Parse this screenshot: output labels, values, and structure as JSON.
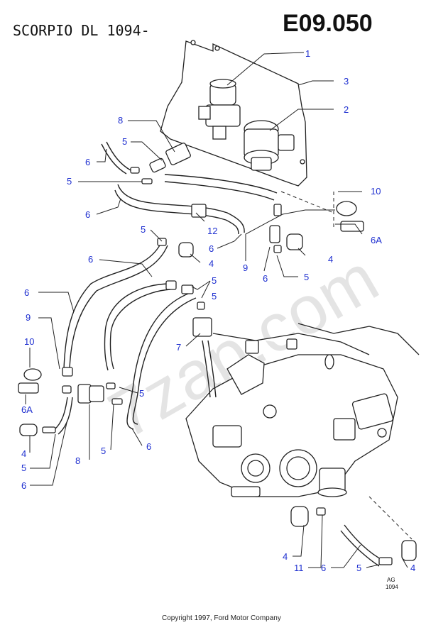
{
  "header": {
    "model": "SCORPIO  DL 1094-",
    "code": "E09.050"
  },
  "callouts": [
    {
      "id": "c1",
      "text": "1"
    },
    {
      "id": "c3",
      "text": "3"
    },
    {
      "id": "c2",
      "text": "2"
    },
    {
      "id": "c8a",
      "text": "8"
    },
    {
      "id": "c5a",
      "text": "5"
    },
    {
      "id": "c6a",
      "text": "6"
    },
    {
      "id": "c5b",
      "text": "5"
    },
    {
      "id": "c6b",
      "text": "6"
    },
    {
      "id": "c10a",
      "text": "10"
    },
    {
      "id": "c12",
      "text": "12"
    },
    {
      "id": "c5c",
      "text": "5"
    },
    {
      "id": "c6c",
      "text": "6"
    },
    {
      "id": "c6A1",
      "text": "6A"
    },
    {
      "id": "c4a",
      "text": "4"
    },
    {
      "id": "c9a",
      "text": "9"
    },
    {
      "id": "c4b",
      "text": "4"
    },
    {
      "id": "c6d",
      "text": "6"
    },
    {
      "id": "c5d",
      "text": "5"
    },
    {
      "id": "c6e",
      "text": "6"
    },
    {
      "id": "c5e",
      "text": "5"
    },
    {
      "id": "c6f",
      "text": "6"
    },
    {
      "id": "c9b",
      "text": "9"
    },
    {
      "id": "c5f",
      "text": "5"
    },
    {
      "id": "c7",
      "text": "7"
    },
    {
      "id": "c10b",
      "text": "10"
    },
    {
      "id": "c6A2",
      "text": "6A"
    },
    {
      "id": "c5g",
      "text": "5"
    },
    {
      "id": "c4c",
      "text": "4"
    },
    {
      "id": "c8b",
      "text": "8"
    },
    {
      "id": "c5h",
      "text": "5"
    },
    {
      "id": "c6g",
      "text": "6"
    },
    {
      "id": "c5i",
      "text": "5"
    },
    {
      "id": "c6h",
      "text": "6"
    },
    {
      "id": "c4d",
      "text": "4"
    },
    {
      "id": "c11",
      "text": "11"
    },
    {
      "id": "c6i",
      "text": "6"
    },
    {
      "id": "c5j",
      "text": "5"
    },
    {
      "id": "c4e",
      "text": "4"
    }
  ],
  "drawing_mark": {
    "line1": "AG",
    "line2": "1094"
  },
  "watermark": "7zap.com",
  "copyright": "Copyright 1997, Ford Motor Company",
  "colors": {
    "callout": "#1e2fd0",
    "line": "#222222"
  }
}
